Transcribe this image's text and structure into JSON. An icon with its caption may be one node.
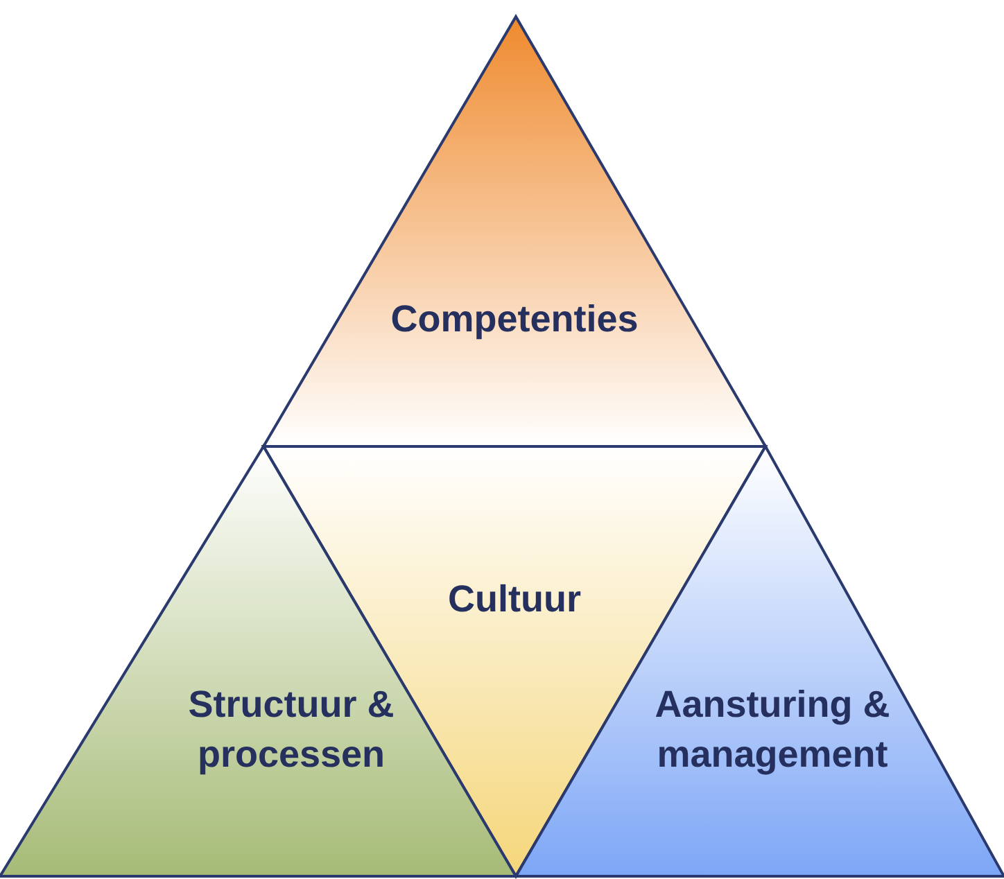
{
  "diagram": {
    "nodes": [
      {
        "text": [
          "Competenties"
        ]
      },
      {
        "text": [
          "Cultuur"
        ]
      },
      {
        "text": [
          "Structuur & processen"
        ]
      },
      {
        "text": [
          "Aansturing & management"
        ]
      }
    ]
  }
}
